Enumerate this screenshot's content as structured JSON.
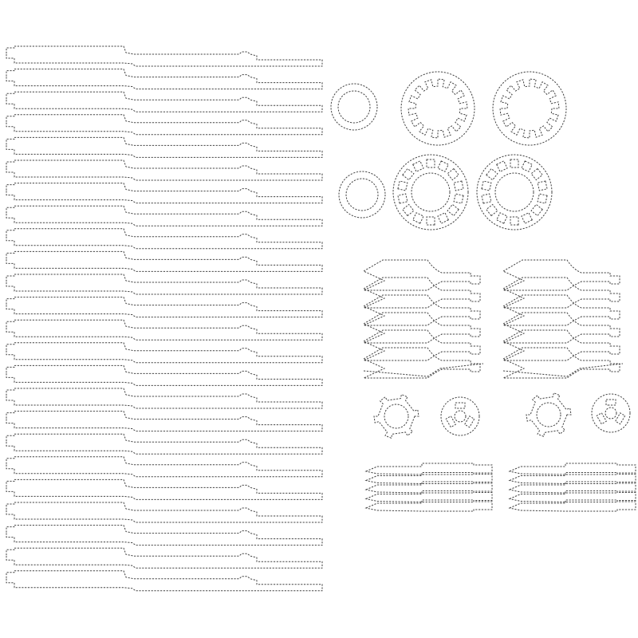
{
  "sheet": {
    "background": "#ffffff",
    "line_color": "#444444",
    "line_style": "dashed cut lines",
    "parts": {
      "long_strips": 24,
      "plain_rings": 2,
      "notched_rings": 2,
      "slotted_rings": 2,
      "fin_sets": 2,
      "small_gears": 2,
      "hub_disks": 2,
      "blade_sets": 2
    }
  }
}
